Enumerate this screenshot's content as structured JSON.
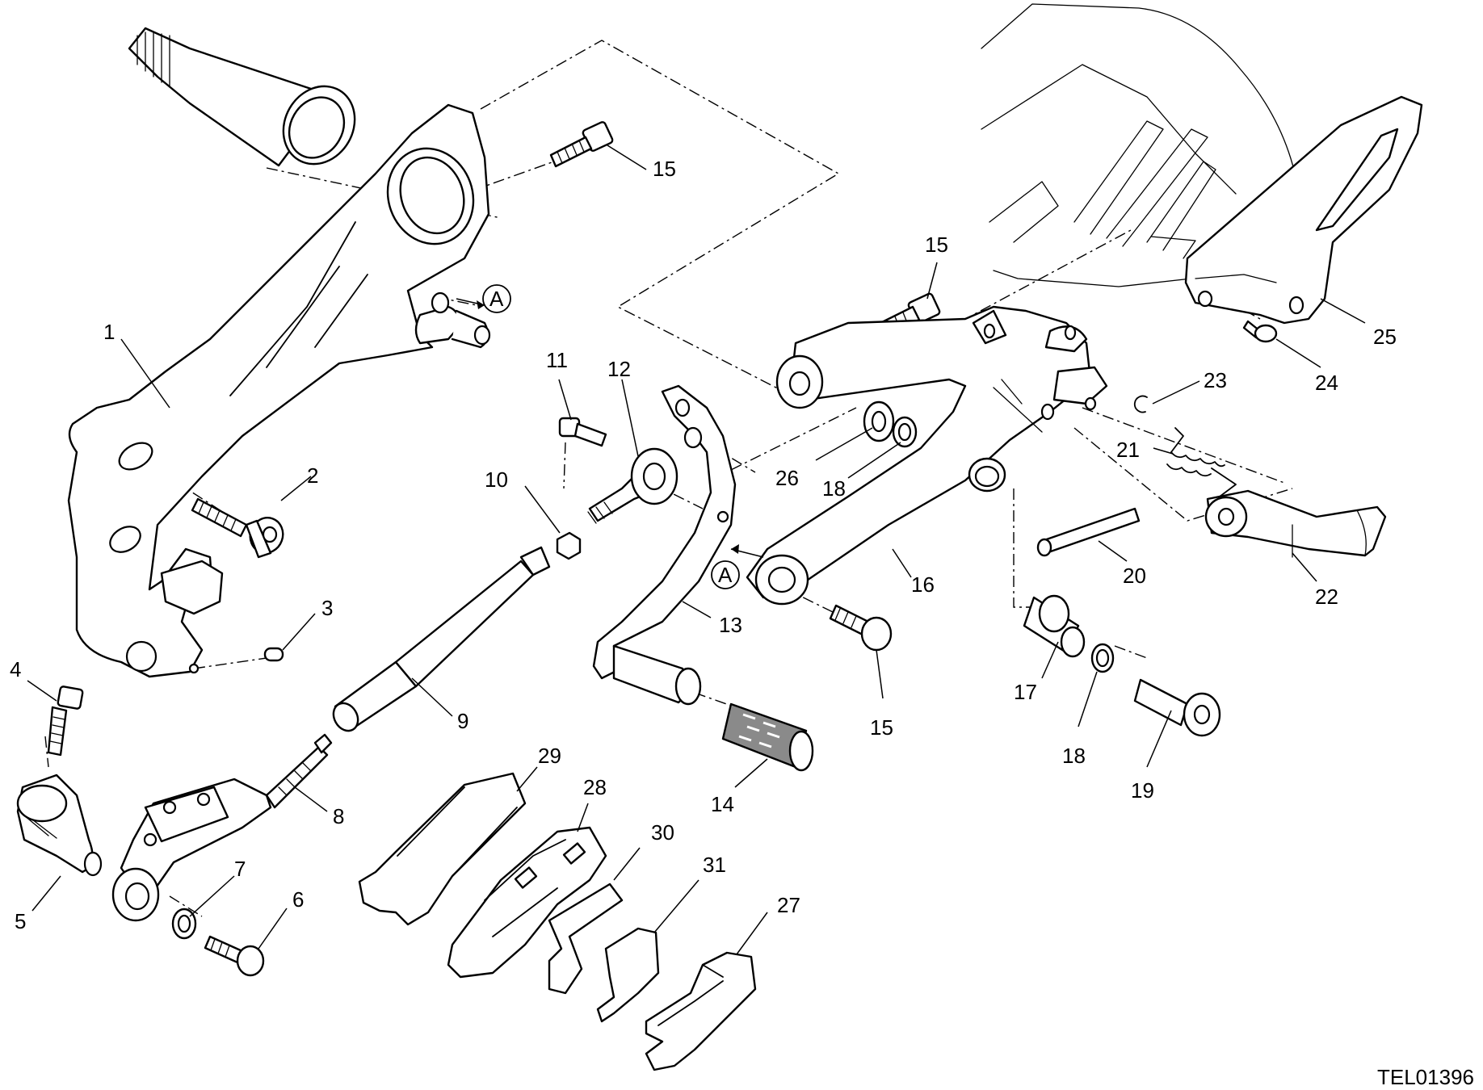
{
  "drawing_code": "TEL01396",
  "reference_marker": "A",
  "callouts": [
    {
      "num": "1"
    },
    {
      "num": "2"
    },
    {
      "num": "3"
    },
    {
      "num": "4"
    },
    {
      "num": "5"
    },
    {
      "num": "6"
    },
    {
      "num": "7"
    },
    {
      "num": "8"
    },
    {
      "num": "9"
    },
    {
      "num": "10"
    },
    {
      "num": "11"
    },
    {
      "num": "12"
    },
    {
      "num": "13"
    },
    {
      "num": "14"
    },
    {
      "num": "15"
    },
    {
      "num": "15"
    },
    {
      "num": "15"
    },
    {
      "num": "16"
    },
    {
      "num": "17"
    },
    {
      "num": "18"
    },
    {
      "num": "18"
    },
    {
      "num": "19"
    },
    {
      "num": "20"
    },
    {
      "num": "21"
    },
    {
      "num": "22"
    },
    {
      "num": "23"
    },
    {
      "num": "24"
    },
    {
      "num": "25"
    },
    {
      "num": "26"
    },
    {
      "num": "27"
    },
    {
      "num": "28"
    },
    {
      "num": "29"
    },
    {
      "num": "30"
    },
    {
      "num": "31"
    }
  ]
}
